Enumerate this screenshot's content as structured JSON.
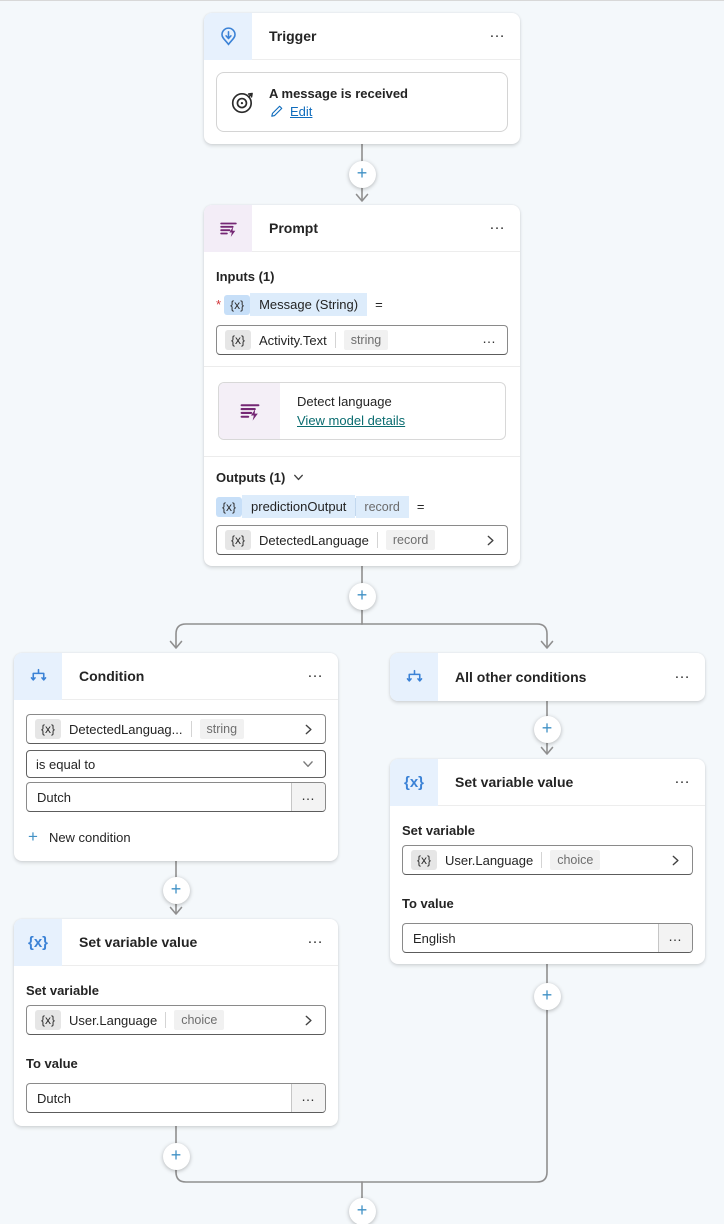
{
  "colors": {
    "canvas_bg": "#f4f8fb",
    "node_bg": "#ffffff",
    "accent_blue": "#3b82d6",
    "accent_purple": "#742774",
    "link_blue": "#0f6cbd",
    "link_teal": "#0a6c70",
    "plus_blue": "#4191c5",
    "connector_gray": "#8f8f8f",
    "token_highlight": "#ddecfb",
    "required_red": "#d13438"
  },
  "icons": {
    "ellipsis": "…",
    "plus": "+",
    "equals": "=",
    "required_marker": "*",
    "token": "{x}"
  },
  "trigger": {
    "title": "Trigger",
    "event": {
      "name": "A message is received",
      "edit_label": "Edit"
    }
  },
  "prompt": {
    "title": "Prompt",
    "inputs_label": "Inputs (1)",
    "input_token": {
      "name": "Message (String)"
    },
    "input_value": {
      "name": "Activity.Text",
      "type": "string"
    },
    "model": {
      "name": "Detect language",
      "details_link": "View model details"
    },
    "outputs_label": "Outputs (1)",
    "output_token": {
      "name": "predictionOutput",
      "type": "record"
    },
    "output_value": {
      "name": "DetectedLanguage",
      "type": "record"
    }
  },
  "condition": {
    "title": "Condition",
    "operand": {
      "name": "DetectedLanguag...",
      "type": "string"
    },
    "operator": "is equal to",
    "value": "Dutch",
    "new_condition_label": "New condition"
  },
  "all_other_conditions": {
    "title": "All other conditions"
  },
  "set_variable_left": {
    "title": "Set variable value",
    "variable_label": "Set variable",
    "variable": {
      "name": "User.Language",
      "type": "choice"
    },
    "to_value_label": "To value",
    "value": "Dutch"
  },
  "set_variable_right": {
    "title": "Set variable value",
    "variable_label": "Set variable",
    "variable": {
      "name": "User.Language",
      "type": "choice"
    },
    "to_value_label": "To value",
    "value": "English"
  }
}
